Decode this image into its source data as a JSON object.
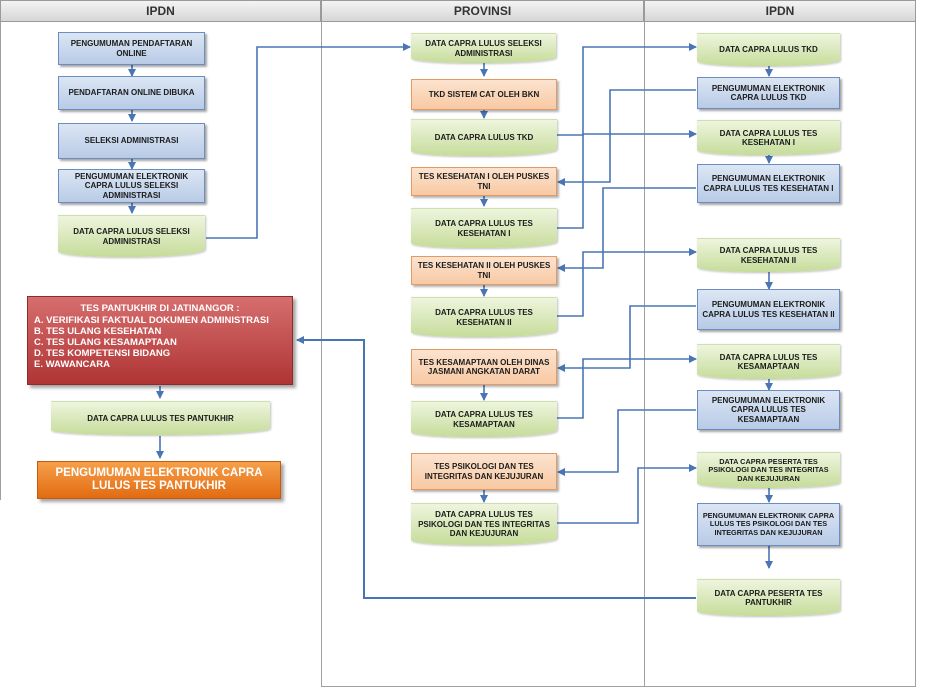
{
  "lanes": {
    "left": "IPDN",
    "middle": "PROVINSI",
    "right": "IPDN"
  },
  "left_column": {
    "pengumuman_pendaftaran": "PENGUMUMAN PENDAFTARAN ONLINE",
    "pendaftaran_online": "PENDAFTARAN ONLINE DIBUKA",
    "seleksi_administrasi": "SELEKSI ADMINISTRASI",
    "pengumuman_lulus_seleksi": "PENGUMUMAN ELEKTRONIK CAPRA LULUS SELEKSI ADMINISTRASI",
    "data_lulus_seleksi": "DATA CAPRA LULUS SELEKSI ADMINISTRASI",
    "pantukhir": {
      "title": "TES PANTUKHIR DI JATINANGOR :",
      "items": [
        "A. VERIFIKASI FAKTUAL DOKUMEN ADMINISTRASI",
        "B. TES ULANG KESEHATAN",
        "C. TES ULANG KESAMAPTAAN",
        "D. TES KOMPETENSI BIDANG",
        "E. WAWANCARA"
      ]
    },
    "data_lulus_pantukhir": "DATA CAPRA LULUS TES PANTUKHIR",
    "pengumuman_lulus_pantukhir": "PENGUMUMAN ELEKTRONIK CAPRA LULUS TES PANTUKHIR"
  },
  "middle_column": {
    "data_lulus_seleksi": "DATA CAPRA LULUS SELEKSI ADMINISTRASI",
    "tkd": "TKD SISTEM CAT OLEH BKN",
    "data_lulus_tkd": "DATA CAPRA LULUS TKD",
    "tes_kesehatan_1": "TES KESEHATAN I OLEH PUSKES TNI",
    "data_lulus_kesehatan_1": "DATA CAPRA LULUS TES KESEHATAN I",
    "tes_kesehatan_2": "TES KESEHATAN II OLEH PUSKES TNI",
    "data_lulus_kesehatan_2": "DATA CAPRA LULUS TES KESEHATAN II",
    "tes_kesamaptaan": "TES KESAMAPTAAN OLEH DINAS JASMANI ANGKATAN DARAT",
    "data_lulus_kesamaptaan": "DATA CAPRA LULUS TES KESAMAPTAAN",
    "tes_psikologi": "TES PSIKOLOGI DAN TES INTEGRITAS DAN KEJUJURAN",
    "data_lulus_psikologi": "DATA CAPRA LULUS TES PSIKOLOGI DAN TES INTEGRITAS DAN KEJUJURAN"
  },
  "right_column": {
    "data_lulus_tkd": "DATA CAPRA LULUS TKD",
    "pengumuman_tkd": "PENGUMUMAN ELEKTRONIK CAPRA LULUS TKD",
    "data_lulus_kesehatan_1": "DATA CAPRA LULUS TES KESEHATAN I",
    "pengumuman_kesehatan_1": "PENGUMUMAN ELEKTRONIK CAPRA LULUS TES KESEHATAN I",
    "data_lulus_kesehatan_2": "DATA CAPRA LULUS TES KESEHATAN II",
    "pengumuman_kesehatan_2": "PENGUMUMAN ELEKTRONIK CAPRA LULUS TES KESEHATAN II",
    "data_lulus_kesamaptaan": "DATA CAPRA LULUS TES KESAMAPTAAN",
    "pengumuman_kesamaptaan": "PENGUMUMAN ELEKTRONIK CAPRA LULUS TES KESAMAPTAAN",
    "data_peserta_psikologi": "DATA CAPRA PESERTA TES PSIKOLOGI DAN TES INTEGRITAS DAN KEJUJURAN",
    "pengumuman_psikologi": "PENGUMUMAN ELEKTRONIK CAPRA LULUS TES PSIKOLOGI DAN TES INTEGRITAS DAN KEJUJURAN",
    "data_peserta_pantukhir": "DATA CAPRA PESERTA TES PANTUKHIR"
  },
  "colors": {
    "connector": "#4a75b5",
    "blue_box": "#c6d5eb",
    "green_doc": "#d9e8bd",
    "orange_box": "#f9d4b4",
    "red_box": "#c0403f",
    "orange_big": "#ec7d25"
  }
}
